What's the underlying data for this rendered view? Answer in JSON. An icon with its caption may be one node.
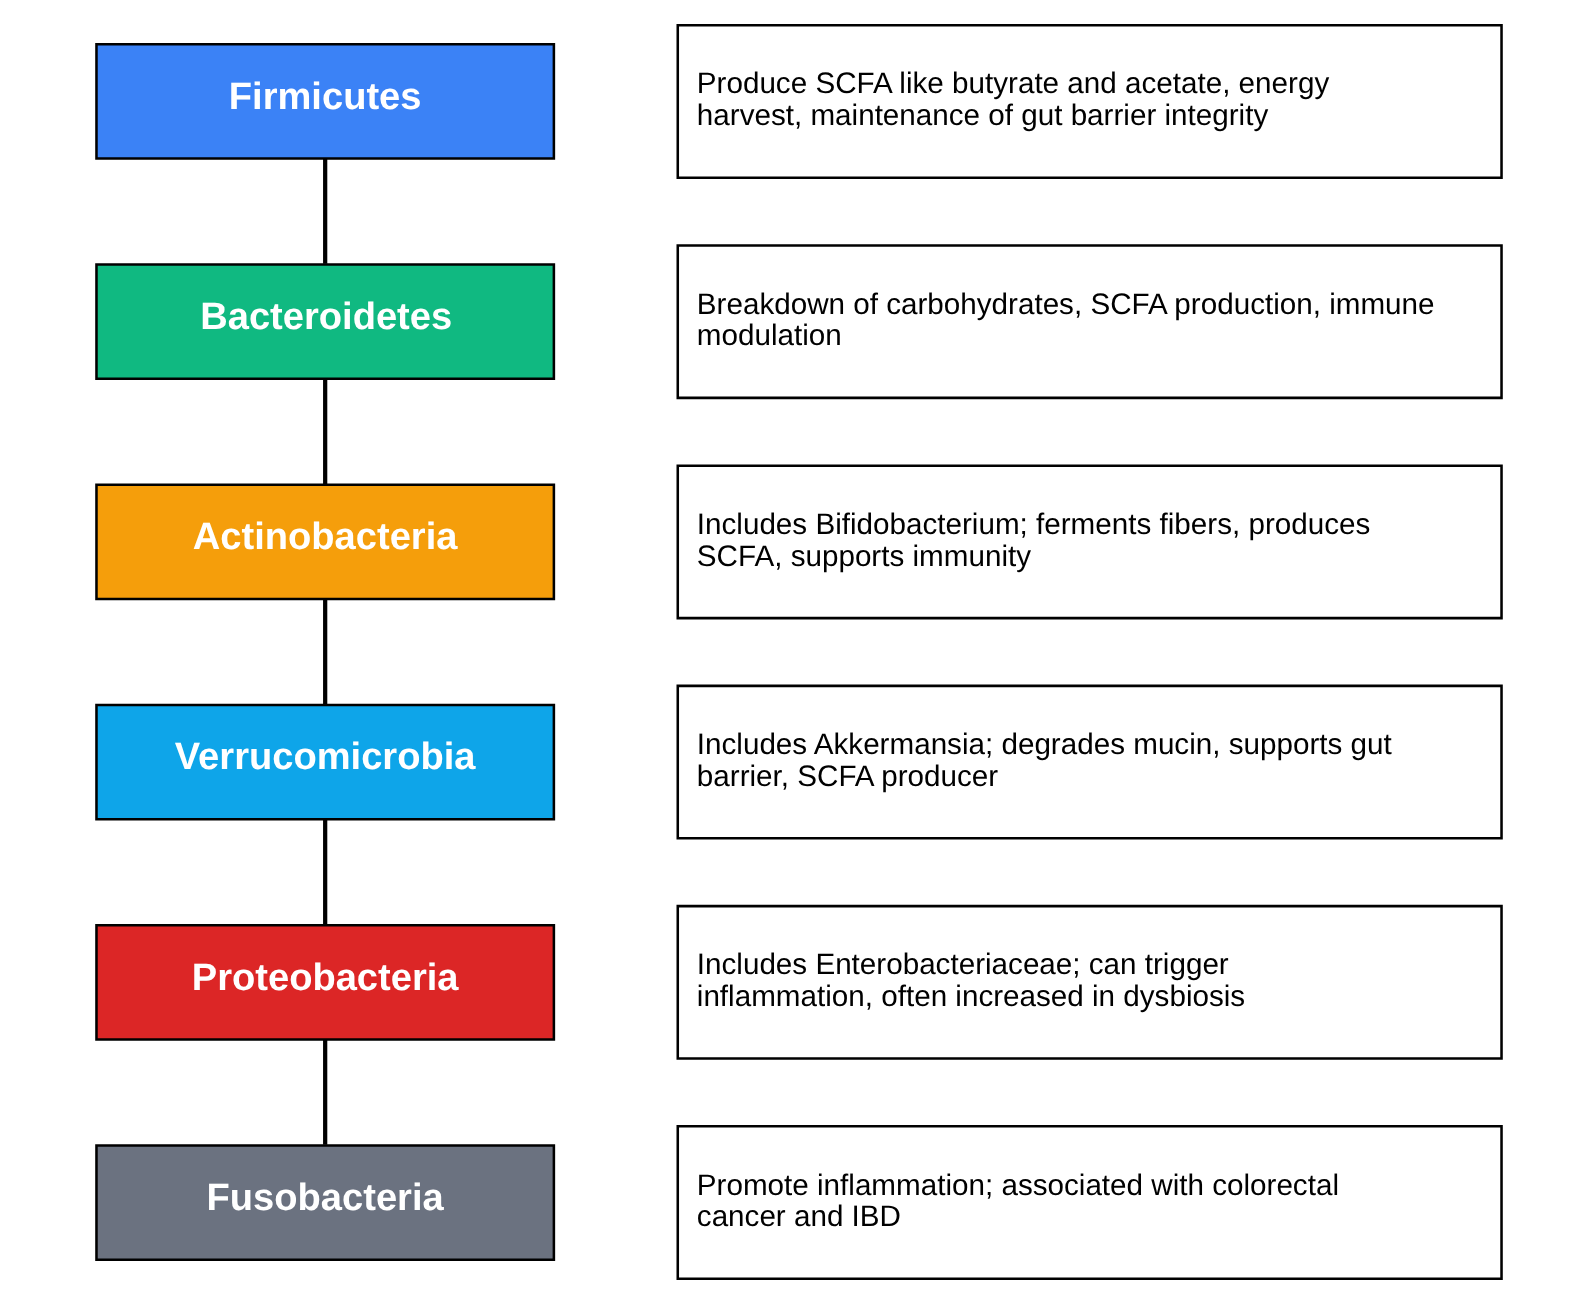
{
  "diagram": {
    "nodes": [
      {
        "text": [
          "Firmicutes"
        ]
      },
      {
        "text": [
          "Produce SCFA like butyrate and acetate, energy harvest, maintenance of gut barrier integrity"
        ]
      },
      {
        "text": [
          "Bacteroidetes"
        ]
      },
      {
        "text": [
          "Breakdown of carbohydrates, SCFA production, immune modulation"
        ]
      },
      {
        "text": [
          "Actinobacteria"
        ]
      },
      {
        "text": [
          "Includes Bifidobacterium; ferments fibers, produces SCFA, supports immunity"
        ]
      },
      {
        "text": [
          "Verrucomicrobia"
        ]
      },
      {
        "text": [
          "Includes Akkermansia; degrades mucin, supports gut barrier, SCFA producer"
        ]
      },
      {
        "text": [
          "Proteobacteria"
        ]
      },
      {
        "text": [
          "Includes Enterobacteriaceae; can trigger inflammation, often increased in dysbiosis"
        ]
      },
      {
        "text": [
          "Fusobacteria"
        ]
      },
      {
        "text": [
          "Promote inflammation; associated with colorectal cancer and IBD"
        ]
      }
    ],
    "edges": [
      {
        "from": 0,
        "to": 2,
        "arrow": "none"
      },
      {
        "from": 2,
        "to": 4,
        "arrow": "none"
      },
      {
        "from": 4,
        "to": 6,
        "arrow": "none"
      },
      {
        "from": 6,
        "to": 8,
        "arrow": "none"
      },
      {
        "from": 8,
        "to": 10,
        "arrow": "none"
      }
    ]
  }
}
